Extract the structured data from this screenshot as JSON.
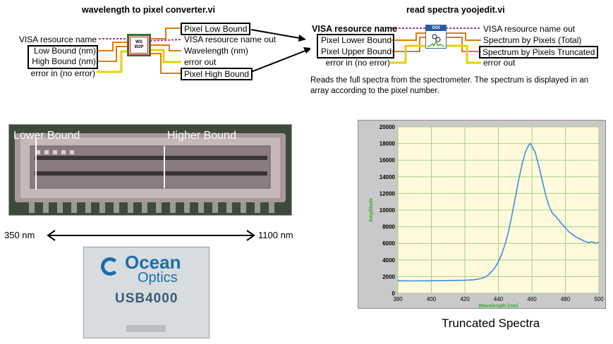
{
  "vi_left": {
    "title": "wavelength to pixel converter.vi",
    "icon_text": [
      "WS",
      "W2P"
    ],
    "inputs": [
      "VISA resource name",
      "Low Bound (nm)",
      "High Bound (nm)",
      "error in (no error)"
    ],
    "outputs": [
      "Pixel Low Bound",
      "VISA resource name out",
      "Wavelength (nm)",
      "error out",
      "Pixel High Bound"
    ]
  },
  "vi_right": {
    "title": "read spectra yoojedit.vi",
    "icon_text": "OOI",
    "inputs": [
      "VISA resource name",
      "Pixel Lower Bound",
      "Pixel Upper Bound",
      "error in (no error)"
    ],
    "outputs": [
      "VISA resource name out",
      "Spectrum by Pixels (Total)",
      "Spectrum by Pixels Truncated",
      "error out"
    ],
    "description": "Reads the full spectra from the spectrometer. The spectrum is displayed in an array according to the pixel number."
  },
  "sensor_photo": {
    "lower_label": "Lower Bound",
    "higher_label": "Higher Bound",
    "range_low": "350 nm",
    "range_high": "1100 nm"
  },
  "device_photo": {
    "brand_line1": "Ocean",
    "brand_line2": "Optics",
    "model": "USB4000"
  },
  "chart_caption": "Truncated Spectra",
  "colors": {
    "wire_orange": "#e07a10",
    "wire_pink": "#a0408c",
    "wire_yellow": "#e6d200",
    "plot_bg": "#fffadb",
    "grid": "#a8d08d",
    "axis_text": "#33aa33",
    "series": "#3d8fe0"
  },
  "chart_data": {
    "type": "line",
    "title": "",
    "xlabel": "Wavelength [nm]",
    "ylabel": "Amplitude",
    "xlim": [
      380,
      500
    ],
    "ylim": [
      0,
      20000
    ],
    "xticks": [
      380,
      400,
      420,
      440,
      460,
      480,
      500
    ],
    "yticks": [
      0,
      2000,
      4000,
      6000,
      8000,
      10000,
      12000,
      14000,
      16000,
      18000,
      20000
    ],
    "grid": true,
    "series": [
      {
        "x": [
          380,
          390,
          400,
          410,
          420,
          425,
          428,
          430,
          432,
          434,
          436,
          438,
          440,
          442,
          444,
          446,
          448,
          450,
          452,
          454,
          456,
          458,
          459,
          460,
          461,
          462,
          464,
          466,
          468,
          470,
          472,
          474,
          476,
          478,
          480,
          482,
          484,
          486,
          488,
          490,
          492,
          494,
          496,
          498,
          500
        ],
        "y": [
          1500,
          1480,
          1500,
          1520,
          1560,
          1620,
          1700,
          1800,
          1950,
          2200,
          2600,
          3100,
          3800,
          4700,
          5900,
          7400,
          9300,
          11400,
          13500,
          15400,
          16900,
          17800,
          18000,
          17700,
          17300,
          16900,
          15400,
          13700,
          12000,
          10600,
          9700,
          9300,
          8800,
          8300,
          7900,
          7400,
          7100,
          6800,
          6600,
          6400,
          6200,
          6100,
          6200,
          6000,
          6100
        ]
      }
    ]
  }
}
